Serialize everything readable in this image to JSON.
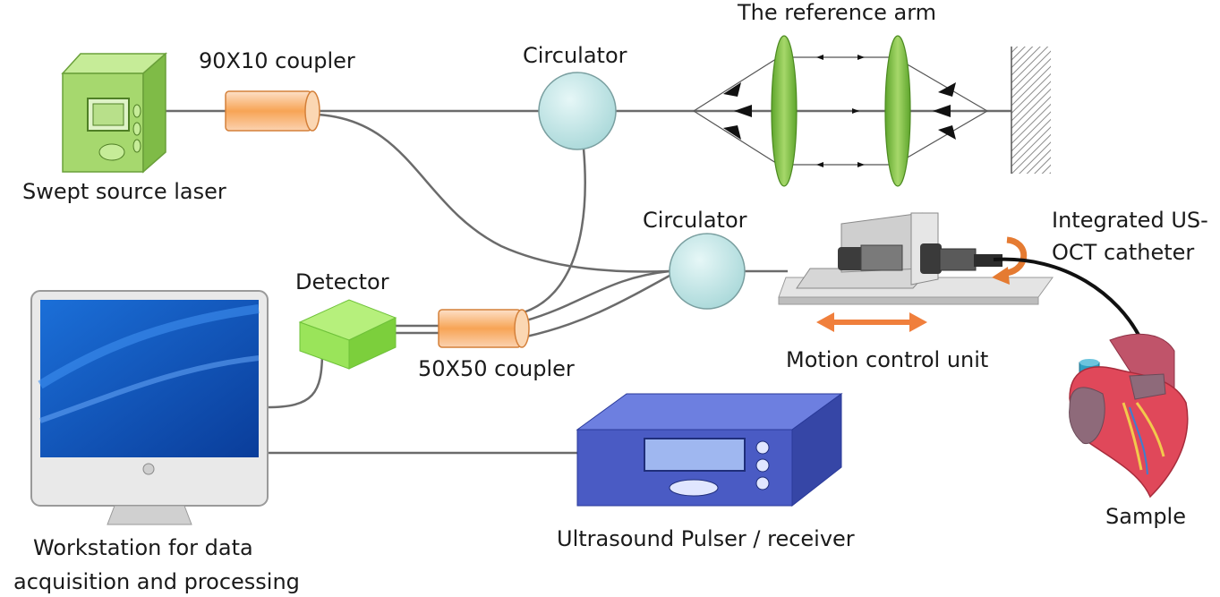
{
  "labels": {
    "laser": "Swept source laser",
    "coupler_90x10": "90X10 coupler",
    "circulator_top": "Circulator",
    "reference_arm": "The reference arm",
    "circulator_mid": "Circulator",
    "catheter_line1": "Integrated US-",
    "catheter_line2": "OCT catheter",
    "detector": "Detector",
    "coupler_50x50": "50X50 coupler",
    "motion": "Motion control unit",
    "workstation_line1": "Workstation for data",
    "workstation_line2": "acquisition and processing",
    "ultrasound": "Ultrasound Pulser / receiver",
    "sample": "Sample"
  },
  "colors": {
    "fiber": "#6b6b6b",
    "laser_green": "#9fd36b",
    "coupler_orange": "#f5a04a",
    "circulator": "#c9ecec",
    "lens_green": "#7fc23c",
    "detector_green": "#8be04a",
    "pulser_blue": "#4a5bc4",
    "motion_arrow": "#f07f3c",
    "heart_red": "#e0485a"
  },
  "icons": [
    "laser-device-icon",
    "coupler-icon",
    "circulator-icon",
    "lens-icon",
    "mirror-icon",
    "detector-icon",
    "monitor-icon",
    "pulser-icon",
    "motion-stage-icon",
    "heart-icon"
  ]
}
